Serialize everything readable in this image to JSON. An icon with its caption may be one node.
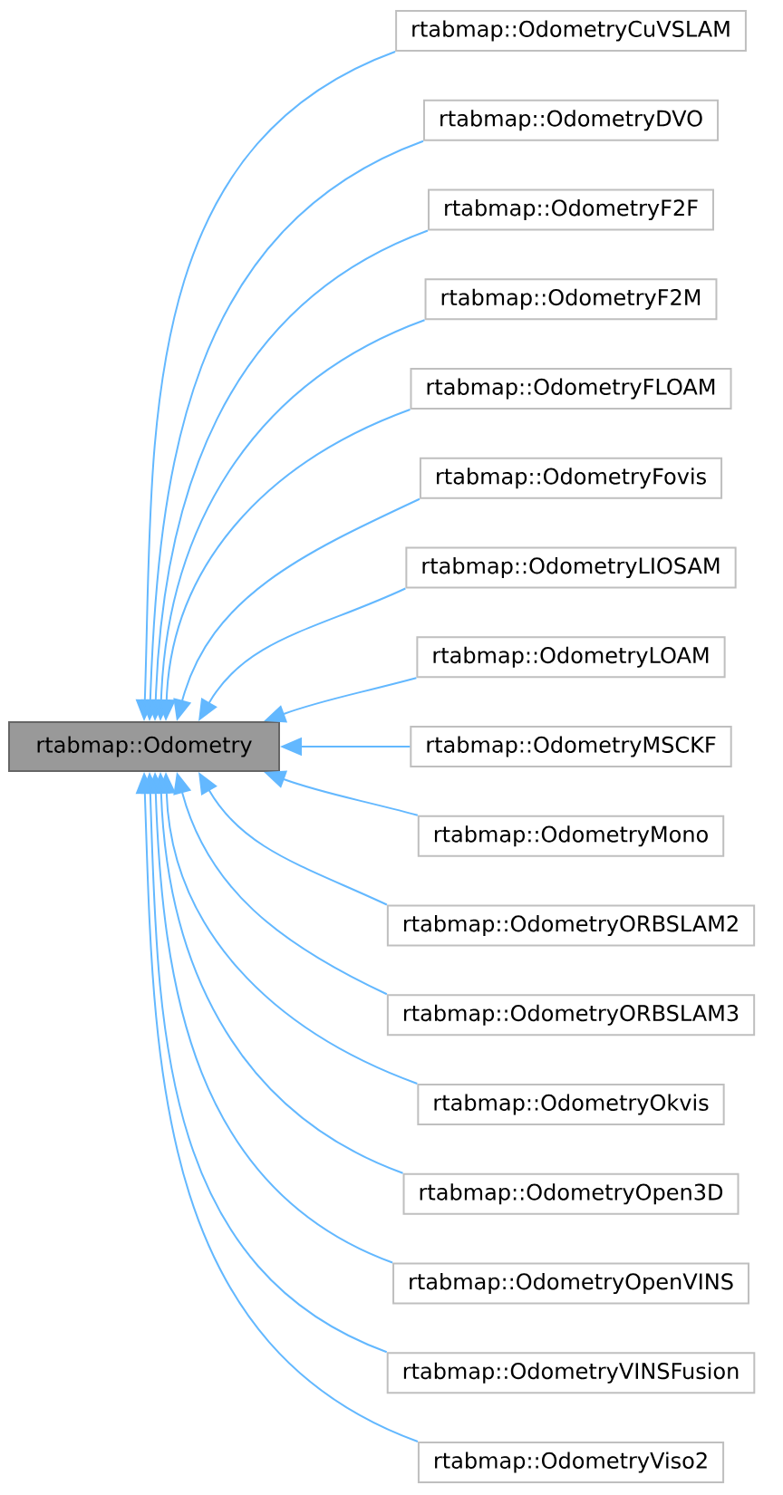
{
  "diagram": {
    "nodes": [
      {
        "text": [
          "rtabmap::Odometry"
        ]
      },
      {
        "text": [
          "rtabmap::OdometryCuVSLAM"
        ]
      },
      {
        "text": [
          "rtabmap::OdometryDVO"
        ]
      },
      {
        "text": [
          "rtabmap::OdometryF2F"
        ]
      },
      {
        "text": [
          "rtabmap::OdometryF2M"
        ]
      },
      {
        "text": [
          "rtabmap::OdometryFLOAM"
        ]
      },
      {
        "text": [
          "rtabmap::OdometryFovis"
        ]
      },
      {
        "text": [
          "rtabmap::OdometryLIOSAM"
        ]
      },
      {
        "text": [
          "rtabmap::OdometryLOAM"
        ]
      },
      {
        "text": [
          "rtabmap::OdometryMSCKF"
        ]
      },
      {
        "text": [
          "rtabmap::OdometryMono"
        ]
      },
      {
        "text": [
          "rtabmap::OdometryORBSLAM2"
        ]
      },
      {
        "text": [
          "rtabmap::OdometryORBSLAM3"
        ]
      },
      {
        "text": [
          "rtabmap::OdometryOkvis"
        ]
      },
      {
        "text": [
          "rtabmap::OdometryOpen3D"
        ]
      },
      {
        "text": [
          "rtabmap::OdometryOpenVINS"
        ]
      },
      {
        "text": [
          "rtabmap::OdometryVINSFusion"
        ]
      },
      {
        "text": [
          "rtabmap::OdometryViso2"
        ]
      }
    ],
    "edges": [
      {
        "from": 1,
        "to": 0,
        "arrow": "to"
      },
      {
        "from": 2,
        "to": 0,
        "arrow": "to"
      },
      {
        "from": 3,
        "to": 0,
        "arrow": "to"
      },
      {
        "from": 4,
        "to": 0,
        "arrow": "to"
      },
      {
        "from": 5,
        "to": 0,
        "arrow": "to"
      },
      {
        "from": 6,
        "to": 0,
        "arrow": "to"
      },
      {
        "from": 7,
        "to": 0,
        "arrow": "to"
      },
      {
        "from": 8,
        "to": 0,
        "arrow": "to"
      },
      {
        "from": 9,
        "to": 0,
        "arrow": "to"
      },
      {
        "from": 10,
        "to": 0,
        "arrow": "to"
      },
      {
        "from": 11,
        "to": 0,
        "arrow": "to"
      },
      {
        "from": 12,
        "to": 0,
        "arrow": "to"
      },
      {
        "from": 13,
        "to": 0,
        "arrow": "to"
      },
      {
        "from": 14,
        "to": 0,
        "arrow": "to"
      },
      {
        "from": 15,
        "to": 0,
        "arrow": "to"
      },
      {
        "from": 16,
        "to": 0,
        "arrow": "to"
      },
      {
        "from": 17,
        "to": 0,
        "arrow": "to"
      }
    ]
  }
}
